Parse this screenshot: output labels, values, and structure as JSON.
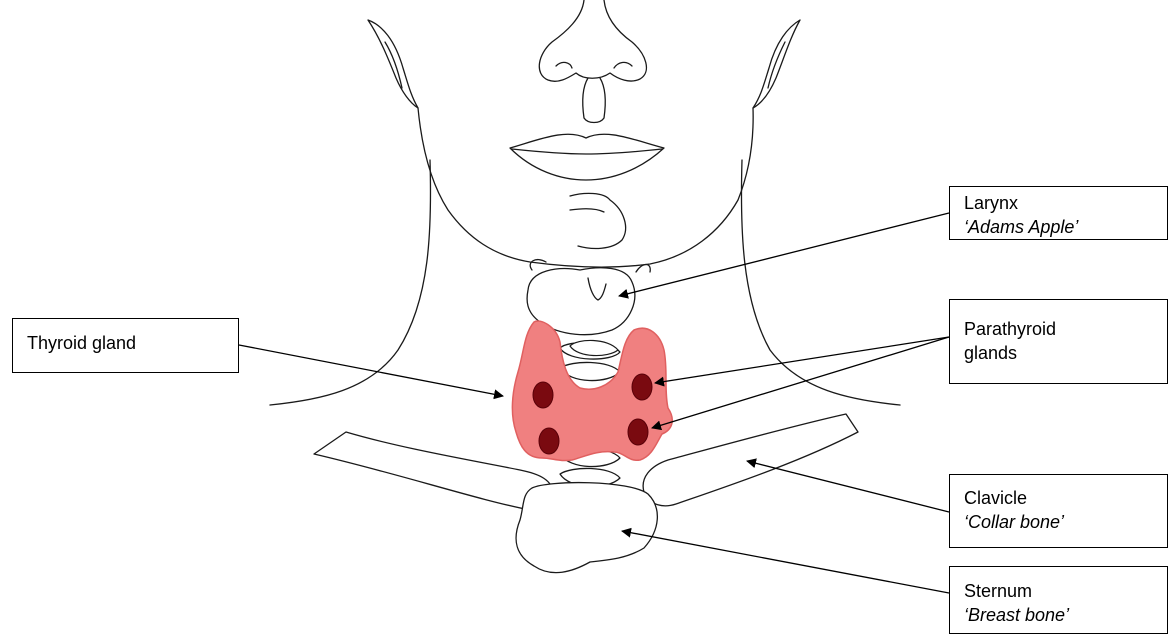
{
  "labels": {
    "thyroid": {
      "title": "Thyroid gland"
    },
    "larynx": {
      "title": "Larynx",
      "subtitle": "‘Adams Apple’"
    },
    "parathyroid": {
      "line1": "Parathyroid",
      "line2": "glands"
    },
    "clavicle": {
      "title": "Clavicle",
      "subtitle": "‘Collar bone’"
    },
    "sternum": {
      "title": "Sternum",
      "subtitle": "‘Breast bone’"
    }
  },
  "colors": {
    "outline": "#1a1a1a",
    "thyroid_fill": "#f08080",
    "thyroid_edge": "#e06060",
    "parathyroid_fill": "#7a0a10",
    "background": "#ffffff"
  }
}
